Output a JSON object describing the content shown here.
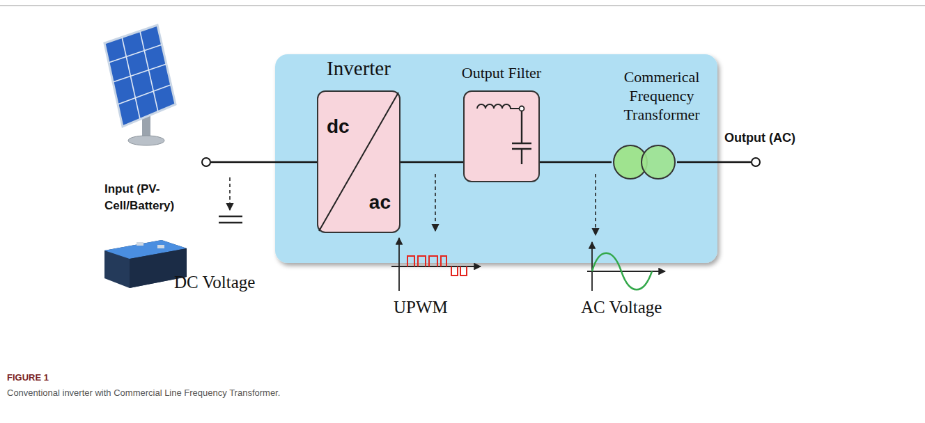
{
  "diagram": {
    "caption": "Conventional inverter with Commercial Line Frequency Transformer.",
    "nodes": [
      {
        "text": [
          "Input (PV-Cell/Battery)"
        ]
      },
      {
        "text": [
          "Inverter",
          "dc",
          "ac"
        ]
      },
      {
        "text": [
          "Output Filter"
        ]
      },
      {
        "text": [
          "Commerical Frequency Transformer"
        ]
      },
      {
        "text": [
          "Output (AC)"
        ]
      }
    ],
    "edges": [
      {
        "from": 0,
        "to": 1,
        "arrow": "none"
      },
      {
        "from": 1,
        "to": 2,
        "arrow": "none"
      },
      {
        "from": 2,
        "to": 3,
        "arrow": "none"
      },
      {
        "from": 3,
        "to": 4,
        "arrow": "none"
      }
    ],
    "labels": [
      "DC Voltage",
      "UPWM",
      "AC Voltage",
      "FIGURE 1"
    ]
  }
}
